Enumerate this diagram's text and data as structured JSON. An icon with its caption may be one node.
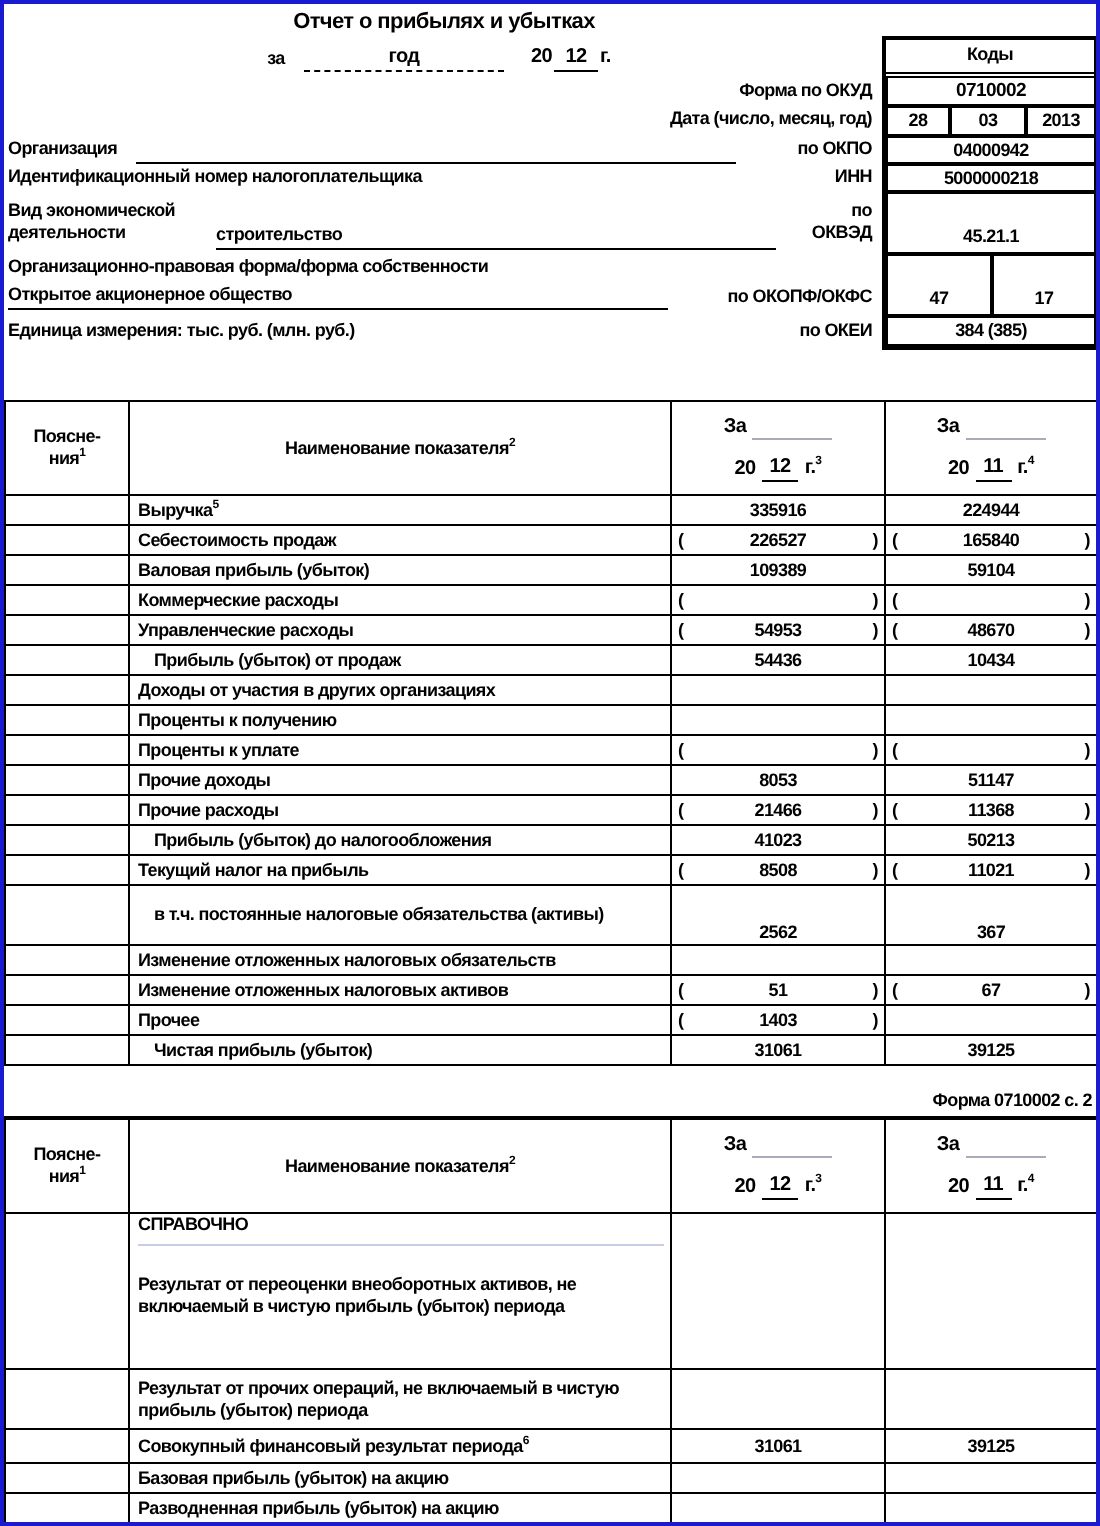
{
  "diagram": {
    "title": "Отчет о прибылях и убытках",
    "labels": [
      "за",
      "год",
      "20",
      "12",
      "г.",
      "Коды",
      "Форма по ОКУД",
      "0710002",
      "Дата (число, месяц, год)",
      "28",
      "03",
      "2013",
      "Организация",
      "по ОКПО",
      "04000942",
      "Идентификационный номер налогоплательщика",
      "ИНН",
      "5000000218",
      "Вид экономической деятельности",
      "строительство",
      "по ОКВЭД",
      "45.21.1",
      "Организационно-правовая форма/форма собственности",
      "Открытое акционерное общество",
      "по ОКОПФ/ОКФС",
      "47",
      "17",
      "Единица измерения: тыс. руб. (млн. руб.)",
      "по ОКЕИ",
      "384 (385)",
      "Поясне- ния$^{1}$",
      "Наименование показателя$^{2}$",
      "За",
      "20",
      "12",
      "г.$^{3}$",
      "За",
      "20",
      "11",
      "г.$^{4}$",
      "Выручка$^{5}$",
      "335916",
      "224944",
      "Себестоимость продаж",
      "(",
      "226527",
      ")",
      "(",
      "165840",
      ")",
      "Валовая прибыль (убыток)",
      "109389",
      "59104",
      "Коммерческие расходы",
      "(",
      ")",
      "(",
      ")",
      "Управленческие расходы",
      "(",
      "54953",
      ")",
      "(",
      "48670",
      ")",
      "Прибыль (убыток) от продаж",
      "54436",
      "10434",
      "Доходы от участия в других организациях",
      "Проценты к получению",
      "Проценты к уплате",
      "(",
      ")",
      "(",
      ")",
      "Прочие доходы",
      "8053",
      "51147",
      "Прочие расходы",
      "(",
      "21466",
      ")",
      "(",
      "11368",
      ")",
      "Прибыль (убыток) до налогообложения",
      "41023",
      "50213",
      "Текущий налог на прибыль",
      "(",
      "8508",
      ")",
      "(",
      "11021",
      ")",
      "в т.ч. постоянные налоговые обязательства (активы)",
      "2562",
      "367",
      "Изменение отложенных налоговых обязательств",
      "Изменение отложенных налоговых активов",
      "(",
      "51",
      ")",
      "(",
      "67",
      ")",
      "Прочее",
      "(",
      "1403",
      ")",
      "Чистая прибыль (убыток)",
      "31061",
      "39125",
      "Форма 0710002 с. 2",
      "Поясне- ния$^{1}$",
      "Наименование показателя$^{2}$",
      "За",
      "20",
      "12",
      "г.$^{3}$",
      "За",
      "20",
      "11",
      "г.$^{4}$",
      "СПРАВОЧНО",
      "Результат от переоценки внеоборотных активов, не включаемый в чистую прибыль (убыток) периода",
      "Результат от прочих операций, не включаемый в чистую прибыль (убыток) периода",
      "Совокупный финансовый результат периода$^{6}$",
      "31061",
      "39125",
      "Базовая прибыль (убыток) на акцию",
      "Разводненная прибыль (убыток) на акцию"
    ]
  }
}
